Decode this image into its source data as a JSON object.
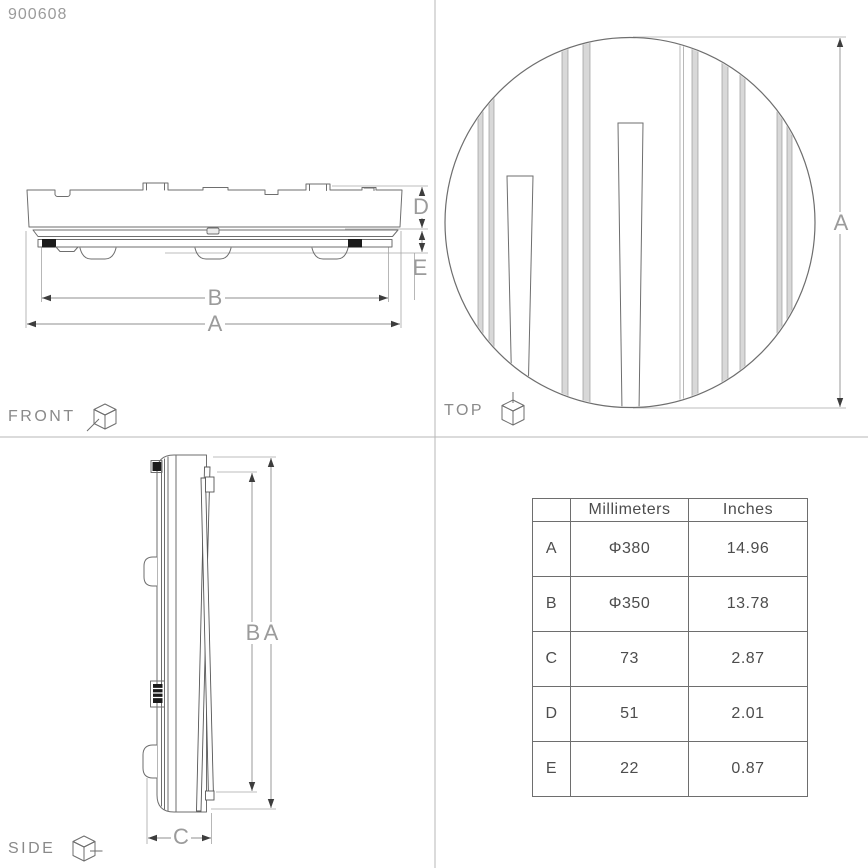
{
  "product_code": "900608",
  "views": {
    "front": {
      "label": "FRONT",
      "dim_a": "A",
      "dim_b": "B",
      "dim_d": "D",
      "dim_e": "E"
    },
    "top": {
      "label": "TOP",
      "dim_a": "A"
    },
    "side": {
      "label": "SIDE",
      "dim_a": "A",
      "dim_b": "B",
      "dim_c": "C"
    }
  },
  "table": {
    "headers": [
      "",
      "Millimeters",
      "Inches"
    ],
    "rows": [
      {
        "key": "A",
        "mm": "Φ380",
        "inch": "14.96"
      },
      {
        "key": "B",
        "mm": "Φ350",
        "inch": "13.78"
      },
      {
        "key": "C",
        "mm": "73",
        "inch": "2.87"
      },
      {
        "key": "D",
        "mm": "51",
        "inch": "2.01"
      },
      {
        "key": "E",
        "mm": "22",
        "inch": "0.87"
      }
    ]
  },
  "colors": {
    "bg": "#ffffff",
    "line": "#6e6e6e",
    "ext": "#a6a6a6",
    "dim": "#8f8f8f",
    "arrow": "#3d3d3d",
    "stripe": "#d8d8d8",
    "stripe_edge": "#9a9a9a",
    "black": "#1a1a1a",
    "label": "#9b9b9b",
    "view_label": "#8a8a8a",
    "table_text": "#4d4d4d",
    "table_border": "#6e6e6e",
    "divider": "#b7b7b7"
  }
}
